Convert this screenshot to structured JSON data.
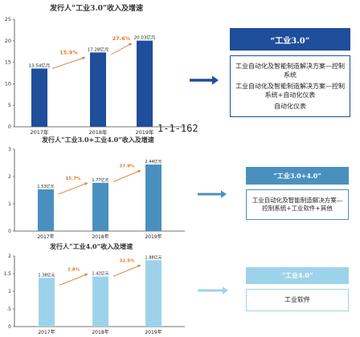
{
  "stamp": "1-1-162",
  "chart_data": [
    {
      "type": "bar",
      "title": "发行人“工业3.0”收入及增速",
      "categories": [
        "2017年",
        "2018年",
        "2019年"
      ],
      "values": [
        13.54,
        17.28,
        20.03
      ],
      "value_labels": [
        "13.54亿元",
        "17.28亿元",
        "20.03亿元"
      ],
      "growth_labels": [
        "15.9%",
        "27.6%"
      ],
      "ylim": [
        0,
        25
      ],
      "yticks": [
        0,
        5,
        10,
        15,
        20,
        25
      ],
      "bar_color": "#1f4e9a",
      "arrow_color": "#e07b2a"
    },
    {
      "type": "bar",
      "title": "发行人“工业3.0+工业4.0”收入及增速",
      "categories": [
        "2017年",
        "2018年",
        "2019年"
      ],
      "values": [
        1.53,
        1.77,
        2.44
      ],
      "value_labels": [
        "1.53亿元",
        "1.77亿元",
        "2.44亿元"
      ],
      "growth_labels": [
        "15.7%",
        "37.9%"
      ],
      "ylim": [
        0,
        3
      ],
      "yticks": [
        0,
        1,
        2,
        3
      ],
      "bar_color": "#4a90bf",
      "arrow_color": "#e07b2a"
    },
    {
      "type": "bar",
      "title": "发行人“工业4.0”收入及增速",
      "categories": [
        "2017年",
        "2018年",
        "2019年"
      ],
      "values": [
        1.38,
        1.42,
        1.88
      ],
      "value_labels": [
        "1.38亿元",
        "1.42亿元",
        "1.88亿元"
      ],
      "growth_labels": [
        "2.8%",
        "32.5%"
      ],
      "ylim": [
        0,
        2
      ],
      "yticks": [
        0,
        0.5,
        1,
        1.5,
        2
      ],
      "ytick_labels": [
        "0",
        ".5",
        "1",
        "1.5",
        "2"
      ],
      "bar_color": "#9dd3ea",
      "arrow_color": "#e07b2a"
    }
  ],
  "boxes": [
    {
      "header": "“工业3.0”",
      "lines": [
        "工业自动化及智能制造解决方案—控制系统",
        "工业自动化及智能制造解决方案—控制系统+自动化仪表",
        "自动化仪表"
      ],
      "header_color": "#1f4e9a",
      "border_color": "#1f4e9a",
      "arrow_color": "#1f4e9a"
    },
    {
      "header": "“工业3.0+4.0”",
      "lines": [
        "工业自动化及智能制造解决方案—控制系统+工业软件+其他"
      ],
      "header_color": "#4a90bf",
      "border_color": "#4a90bf",
      "arrow_color": "#4a90bf"
    },
    {
      "header": "“工业4.0”",
      "lines": [
        "工业软件"
      ],
      "header_color": "#9dd3ea",
      "border_color": "#9dd3ea",
      "arrow_color": "#9dd3ea"
    }
  ]
}
